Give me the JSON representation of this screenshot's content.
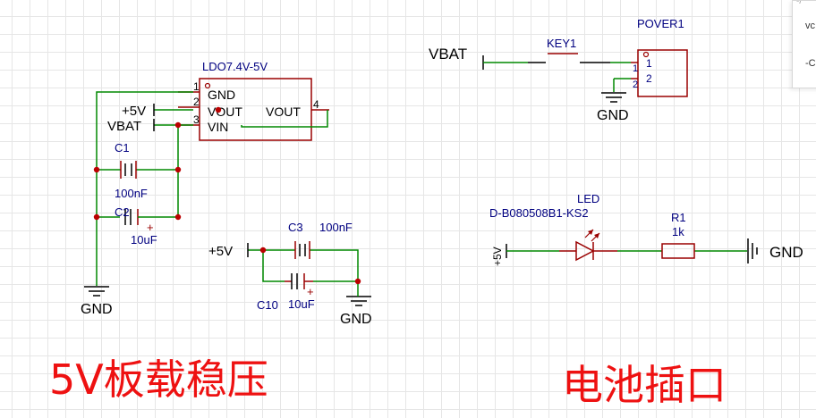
{
  "titles": {
    "regulator": "5V板载稳压",
    "battery": "电池插口"
  },
  "ldo": {
    "name": "LDO7.4V-5V",
    "pin1_num": "1",
    "pin1_name": "GND",
    "pin2_num": "2",
    "pin2_name": "VOUT",
    "pin3_num": "3",
    "pin3_name": "VIN",
    "pin4_num": "4",
    "pin4_name": "VOUT"
  },
  "nets": {
    "p5v_a": "+5V",
    "vbat_a": "VBAT",
    "gnd_a": "GND",
    "p5v_b": "+5V",
    "gnd_b": "GND",
    "vbat_b": "VBAT",
    "gnd_c": "GND",
    "p5v_c": "+5V",
    "gnd_d": "GND"
  },
  "caps": {
    "c1_name": "C1",
    "c1_value": "100nF",
    "c2_name": "C2",
    "c2_value": "10uF",
    "c3_name": "C3",
    "c3_value": "100nF",
    "c10_name": "C10",
    "c10_value": "10uF",
    "plus": "+"
  },
  "key": {
    "name": "KEY1"
  },
  "connector": {
    "name": "POVER1",
    "pin1": "1",
    "pin2": "2"
  },
  "led": {
    "name": "LED",
    "part": "D-B080508B1-KS2"
  },
  "resistor": {
    "name": "R1",
    "value": "1k"
  },
  "corner_panel": {
    "text0": "-/",
    "text1": "vc",
    "text2": "-C"
  },
  "colors": {
    "wire": "#008800",
    "symbol": "#9a0000",
    "label": "#000080",
    "net": "#000000",
    "junction": "#bb0000",
    "title": "#ee1111",
    "grid": "#e6e6e6"
  }
}
